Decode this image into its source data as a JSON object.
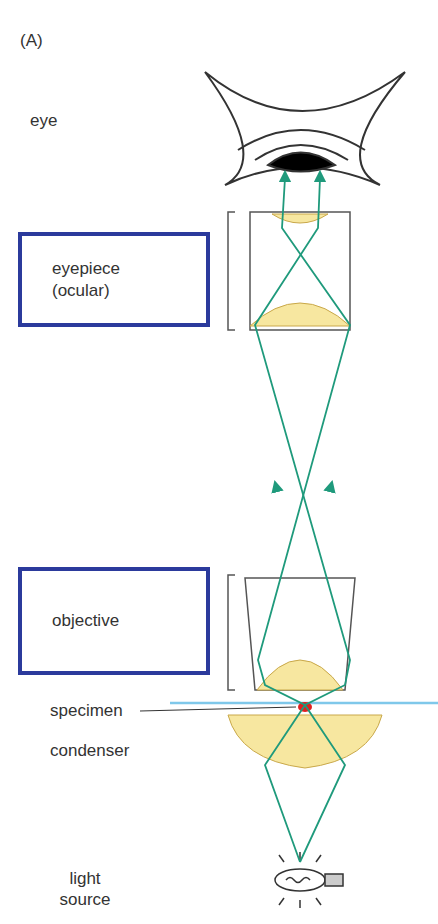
{
  "diagram": {
    "nodes": [
      {
        "text": [
          "eyepiece (ocular)"
        ]
      },
      {
        "text": [
          "objective"
        ]
      }
    ],
    "labels": [
      "(A)",
      "eye",
      "specimen",
      "condenser",
      "light source"
    ]
  }
}
